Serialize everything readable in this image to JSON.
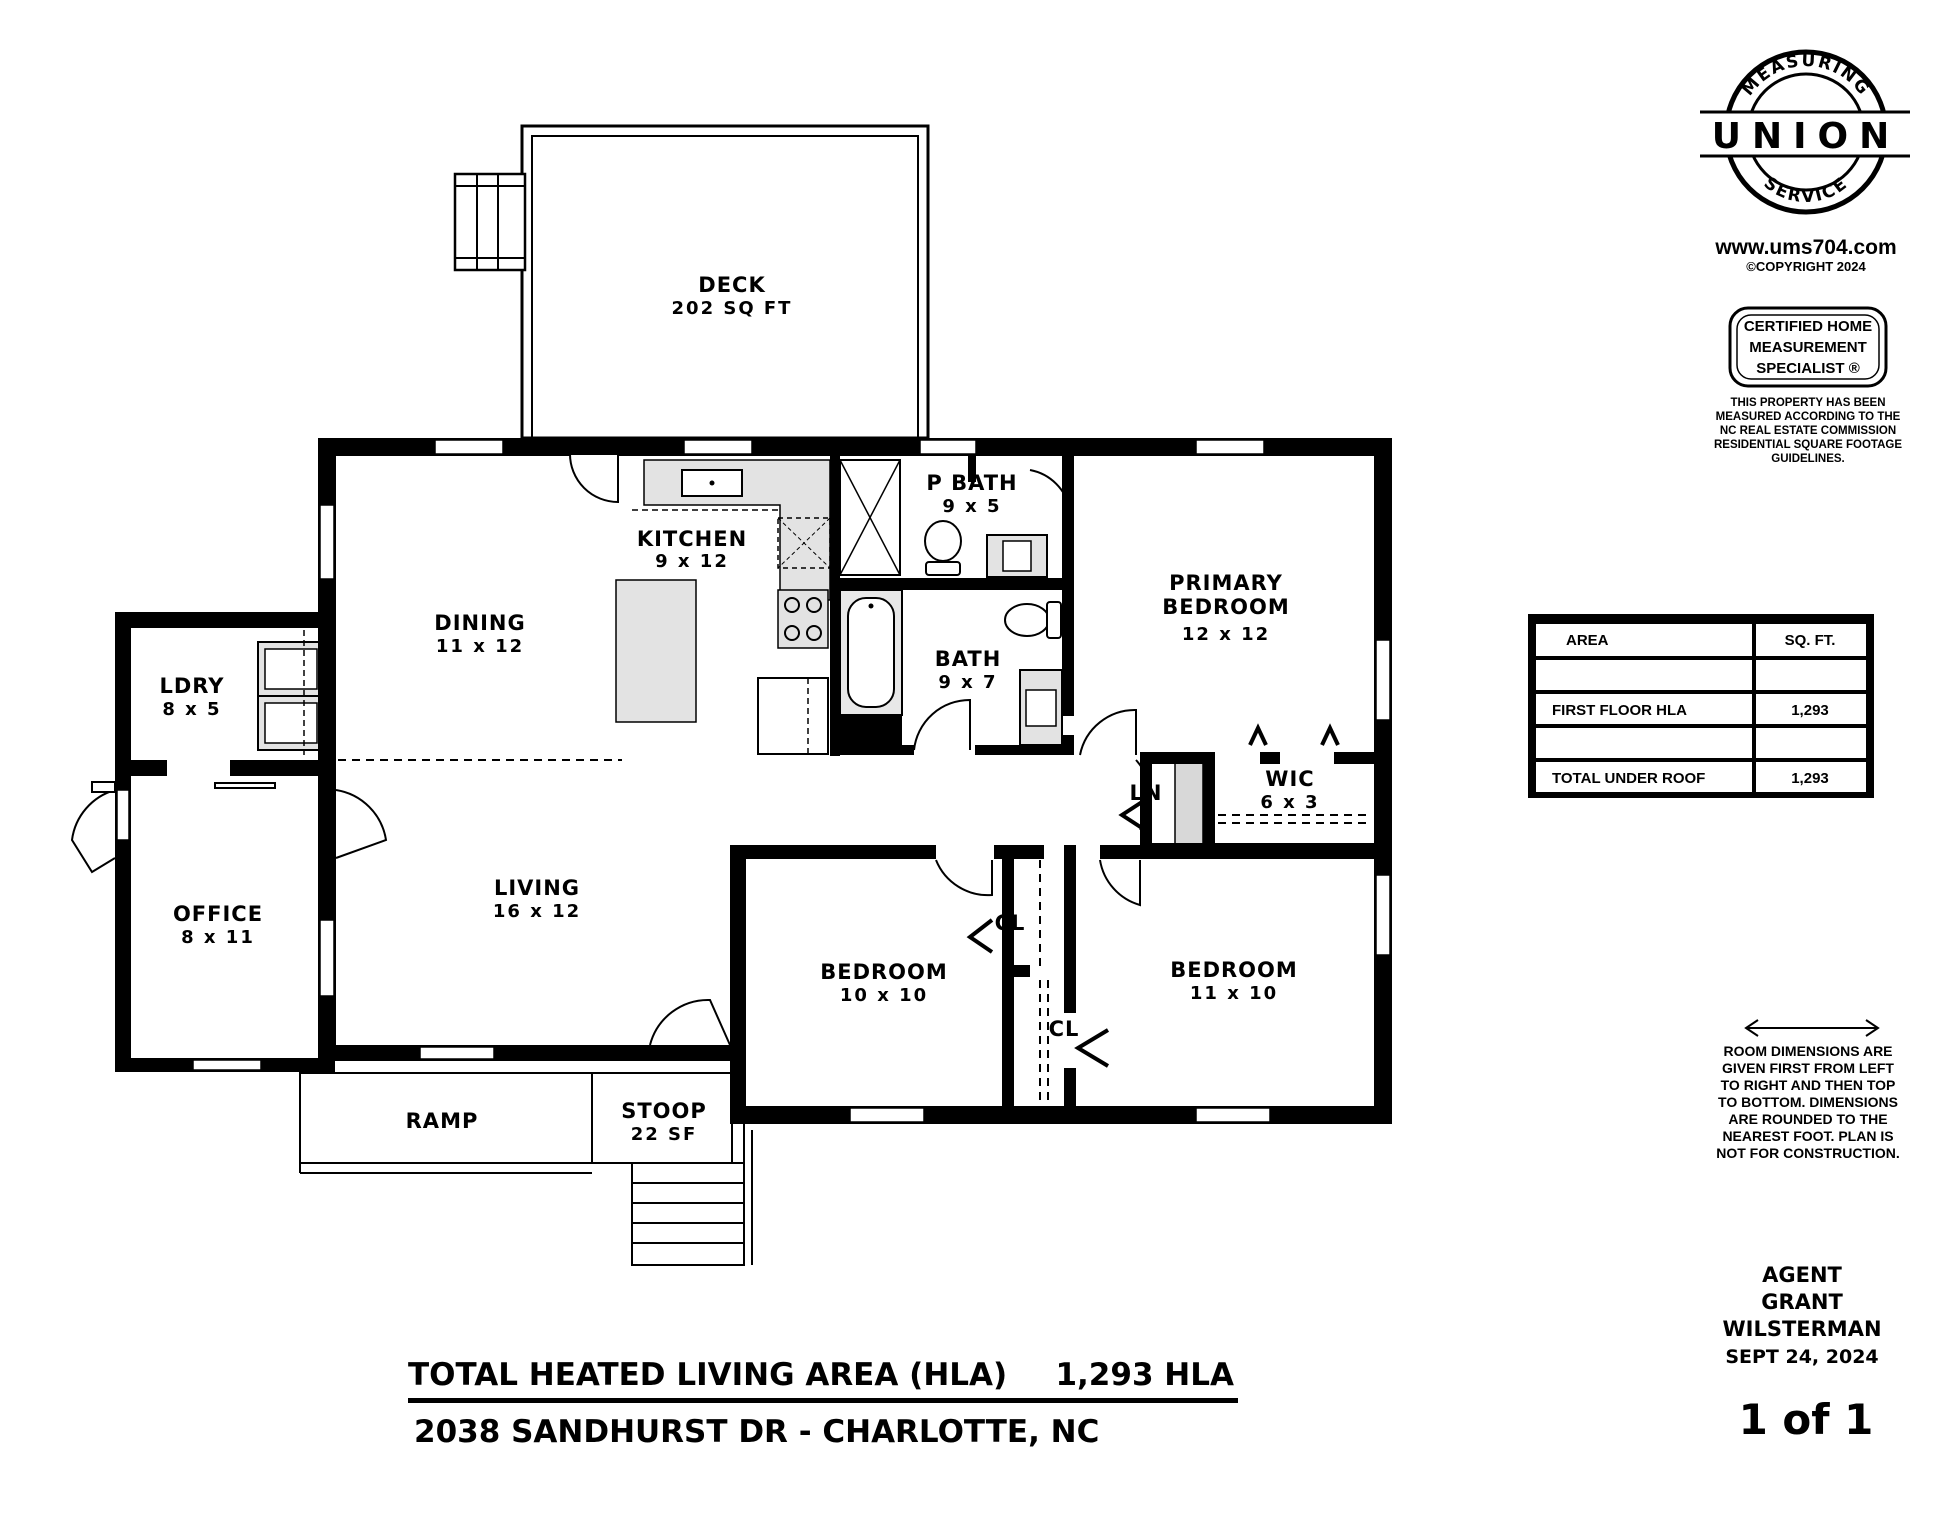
{
  "rooms": {
    "deck": {
      "name": "DECK",
      "dim": "202 SQ FT"
    },
    "kitchen": {
      "name": "KITCHEN",
      "dim": "9 x 12"
    },
    "pbath": {
      "name": "P BATH",
      "dim": "9 x 5"
    },
    "primary": {
      "name1": "PRIMARY",
      "name2": "BEDROOM",
      "dim": "12 x 12"
    },
    "dining": {
      "name": "DINING",
      "dim": "11 x 12"
    },
    "bath": {
      "name": "BATH",
      "dim": "9 x 7"
    },
    "ldry": {
      "name": "LDRY",
      "dim": "8 x 5"
    },
    "ln": {
      "name": "LN"
    },
    "wic": {
      "name": "WIC",
      "dim": "6 x 3"
    },
    "living": {
      "name": "LIVING",
      "dim": "16 x 12"
    },
    "office": {
      "name": "OFFICE",
      "dim": "8 x 11"
    },
    "cl1": {
      "name": "CL"
    },
    "cl2": {
      "name": "CL"
    },
    "bedroom1": {
      "name": "BEDROOM",
      "dim": "10 x 10"
    },
    "bedroom2": {
      "name": "BEDROOM",
      "dim": "11 x 10"
    },
    "ramp": {
      "name": "RAMP"
    },
    "stoop": {
      "name": "STOOP",
      "dim": "22 SF"
    }
  },
  "footer": {
    "hla_label": "TOTAL HEATED LIVING AREA (HLA)",
    "hla_value": "1,293 HLA",
    "address": "2038 SANDHURST DR - CHARLOTTE, NC"
  },
  "logo": {
    "top": "MEASURING",
    "main": "UNION",
    "bottom": "SERVICE",
    "url": "www.ums704.com",
    "copyright": "©COPYRIGHT 2024"
  },
  "badge": {
    "line1": "CERTIFIED HOME",
    "line2": "MEASUREMENT",
    "line3": "SPECIALIST ®"
  },
  "disclaimer": [
    "THIS PROPERTY HAS BEEN",
    "MEASURED ACCORDING TO THE",
    "NC REAL ESTATE COMMISSION",
    "RESIDENTIAL SQUARE FOOTAGE",
    "GUIDELINES."
  ],
  "area_table": {
    "headers": [
      "AREA",
      "SQ. FT."
    ],
    "rows": [
      [
        "",
        ""
      ],
      [
        "FIRST FLOOR HLA",
        "1,293"
      ],
      [
        "",
        ""
      ],
      [
        "TOTAL UNDER ROOF",
        "1,293"
      ]
    ]
  },
  "dimension_note": [
    "ROOM DIMENSIONS ARE",
    "GIVEN FIRST FROM LEFT",
    "TO RIGHT AND THEN TOP",
    "TO BOTTOM. DIMENSIONS",
    "ARE ROUNDED TO THE",
    "NEAREST FOOT. PLAN IS",
    "NOT FOR CONSTRUCTION."
  ],
  "agent": {
    "line1": "AGENT",
    "line2": "GRANT",
    "line3": "WILSTERMAN",
    "date": "SEPT 24, 2024"
  },
  "page": "1 of 1"
}
